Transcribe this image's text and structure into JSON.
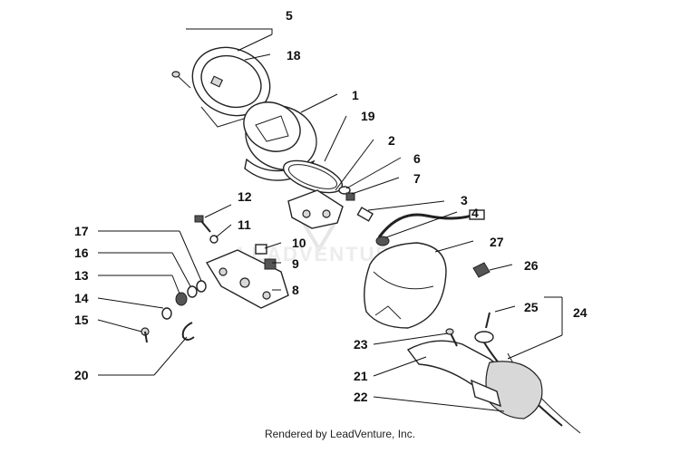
{
  "watermark": {
    "text": "LEADVENTURE"
  },
  "footer": {
    "text": "Rendered by LeadVenture, Inc."
  },
  "callouts": [
    {
      "id": "5",
      "label": "5"
    },
    {
      "id": "18",
      "label": "18"
    },
    {
      "id": "1",
      "label": "1"
    },
    {
      "id": "19",
      "label": "19"
    },
    {
      "id": "2",
      "label": "2"
    },
    {
      "id": "6",
      "label": "6"
    },
    {
      "id": "7",
      "label": "7"
    },
    {
      "id": "3",
      "label": "3"
    },
    {
      "id": "4",
      "label": "4"
    },
    {
      "id": "27",
      "label": "27"
    },
    {
      "id": "26",
      "label": "26"
    },
    {
      "id": "25",
      "label": "25"
    },
    {
      "id": "24",
      "label": "24"
    },
    {
      "id": "23",
      "label": "23"
    },
    {
      "id": "21",
      "label": "21"
    },
    {
      "id": "22",
      "label": "22"
    },
    {
      "id": "12",
      "label": "12"
    },
    {
      "id": "11",
      "label": "11"
    },
    {
      "id": "10",
      "label": "10"
    },
    {
      "id": "9",
      "label": "9"
    },
    {
      "id": "8",
      "label": "8"
    },
    {
      "id": "17",
      "label": "17"
    },
    {
      "id": "16",
      "label": "16"
    },
    {
      "id": "13",
      "label": "13"
    },
    {
      "id": "14",
      "label": "14"
    },
    {
      "id": "15",
      "label": "15"
    },
    {
      "id": "20",
      "label": "20"
    }
  ]
}
